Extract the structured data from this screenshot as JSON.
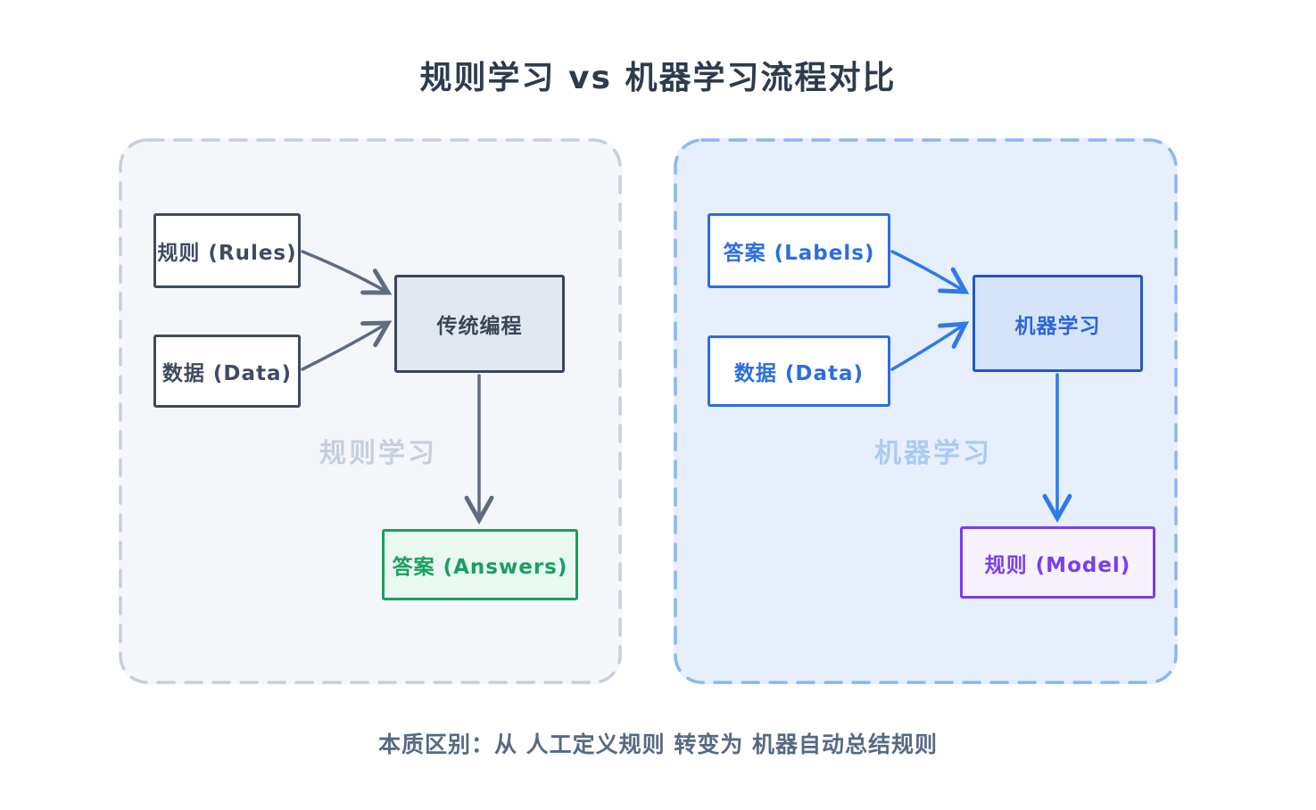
{
  "title": "规则学习 vs 机器学习流程对比",
  "footer": "本质区别：从 人工定义规则 转变为 机器自动总结规则",
  "left_panel": {
    "watermark": "规则学习",
    "inputs": [
      {
        "label": "规则 (Rules)"
      },
      {
        "label": "数据 (Data)"
      }
    ],
    "process": "传统编程",
    "output": "答案 (Answers)"
  },
  "right_panel": {
    "watermark": "机器学习",
    "inputs": [
      {
        "label": "答案 (Labels)"
      },
      {
        "label": "数据 (Data)"
      }
    ],
    "process": "机器学习",
    "output": "规则 (Model)"
  },
  "colors": {
    "title_text": "#2e3a4e",
    "footer_text": "#566a84",
    "left_panel_bg": "#f4f6fa",
    "left_panel_border": "#c6cfdb",
    "left_node_border": "#3f4a5f",
    "left_process_bg": "#e2e8ef",
    "left_arrow": "#5f6b80",
    "left_watermark": "#c7cfdb",
    "answers_green": "#199f63",
    "answers_bg": "#e9f8f0",
    "right_panel_bg": "#e7effc",
    "right_panel_border": "#8ab8ee",
    "right_node_border": "#2a6de4",
    "right_process_bg": "#d6e4fb",
    "right_arrow": "#2e7ae8",
    "right_watermark": "#a9cbf3",
    "model_purple": "#7a3cf0",
    "model_bg": "#f7f2fd"
  }
}
